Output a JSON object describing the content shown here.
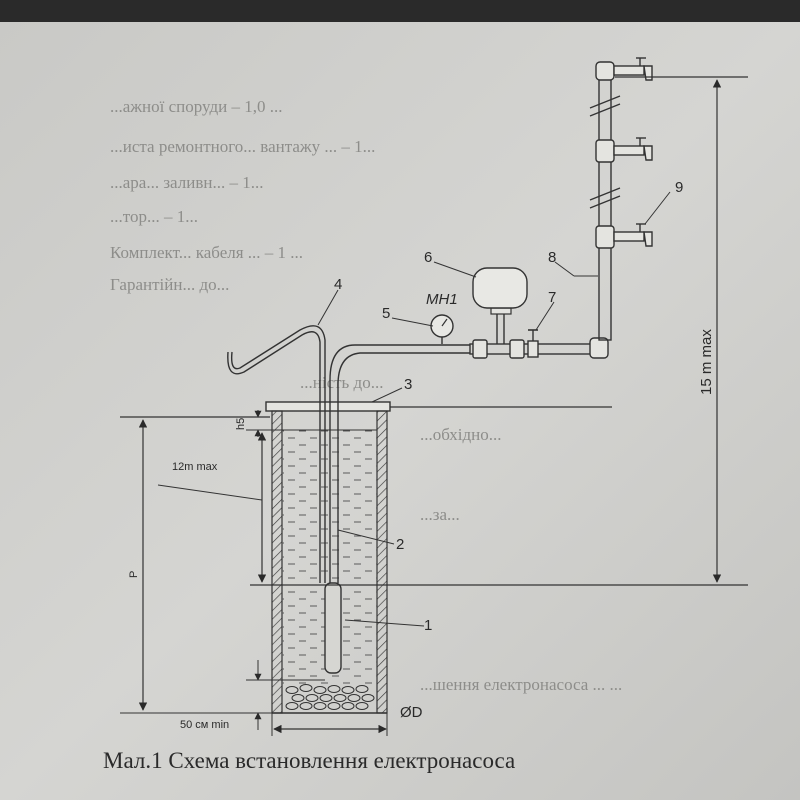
{
  "caption": "Мал.1 Схема встановлення електронасоса",
  "labels": {
    "n1": "1",
    "n2": "2",
    "n3": "3",
    "n4": "4",
    "n5": "5",
    "n6": "6",
    "n7": "7",
    "n8": "8",
    "n9": "9",
    "mh1": "МН1",
    "h5": "h5",
    "max12": "12m max",
    "p": "P",
    "min50": "50 см min",
    "od": "ØD",
    "max15": "15 m max"
  },
  "background_text": [
    "...ажної споруди – 1,0 ...",
    "...иста ремонтного... вантажу ... – 1...",
    "...ара... заливн... – 1...",
    "...тор... – 1...",
    "Комплект... кабеля ... – 1 ...",
    "Гарантійн... до... ",
    "...ність до...",
    "...обхідно...",
    "...за...",
    "...шення електронасоса ... ..."
  ]
}
